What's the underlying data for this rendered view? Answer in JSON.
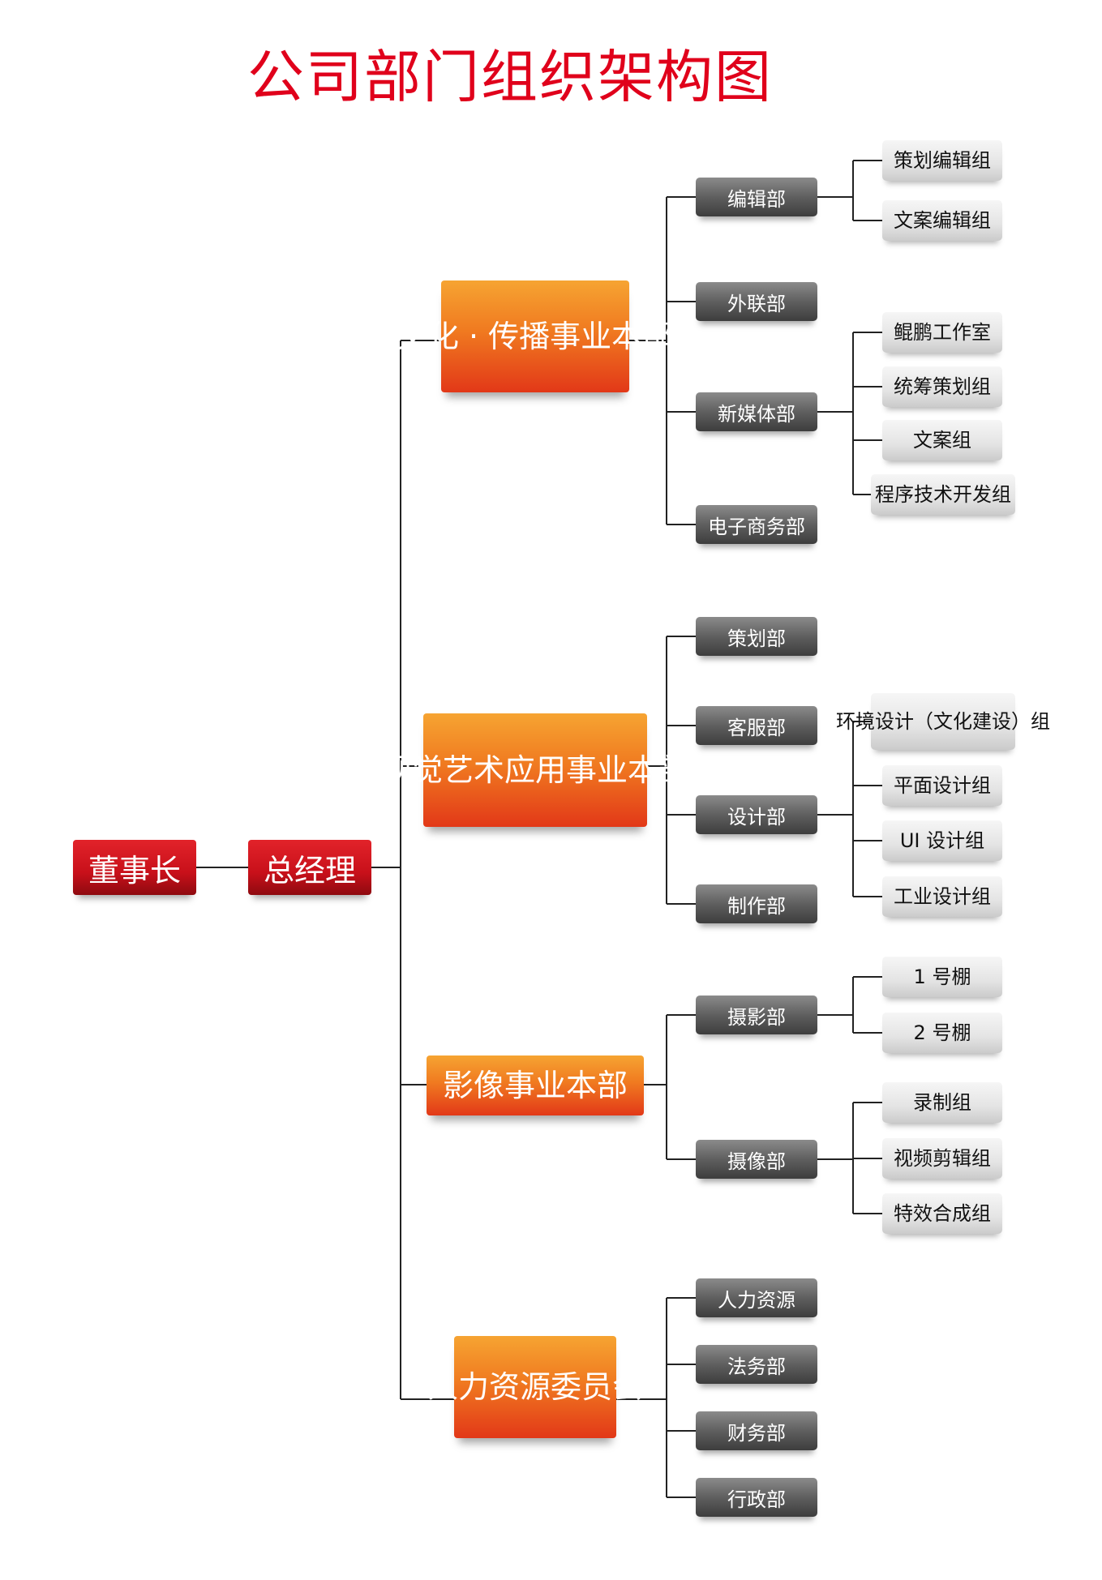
{
  "title": "公司部门组织架构图",
  "colors": {
    "title": "#e0001b",
    "root_nodes": "#c8101a",
    "division_nodes": "#f07a20",
    "department_nodes": "#5f5f5f",
    "team_nodes": "#e4e4e4",
    "connector": "#222222"
  },
  "chairman": "董事长",
  "general_manager": "总经理",
  "divisions": [
    {
      "lines": [
        "文化 · 传播",
        "事业本部"
      ],
      "departments": [
        {
          "label": "编辑部",
          "teams": [
            {
              "lines": [
                "策划编辑组"
              ]
            },
            {
              "lines": [
                "文案编辑组"
              ]
            }
          ]
        },
        {
          "label": "外联部",
          "teams": []
        },
        {
          "label": "新媒体部",
          "teams": [
            {
              "lines": [
                "鲲鹏工作室"
              ]
            },
            {
              "lines": [
                "统筹策划组"
              ]
            },
            {
              "lines": [
                "文案组"
              ]
            },
            {
              "lines": [
                "程序技术开发组"
              ]
            }
          ]
        },
        {
          "label": "电子商务部",
          "teams": []
        }
      ]
    },
    {
      "lines": [
        "视觉艺术",
        "应用事业本部"
      ],
      "departments": [
        {
          "label": "策划部",
          "teams": []
        },
        {
          "label": "客服部",
          "teams": []
        },
        {
          "label": "设计部",
          "teams": [
            {
              "lines": [
                "环境设计",
                "（文化建设）组"
              ]
            },
            {
              "lines": [
                "平面设计组"
              ]
            },
            {
              "lines": [
                "UI 设计组"
              ]
            },
            {
              "lines": [
                "工业设计组"
              ]
            }
          ]
        },
        {
          "label": "制作部",
          "teams": []
        }
      ]
    },
    {
      "lines": [
        "影像事业本部"
      ],
      "departments": [
        {
          "label": "摄影部",
          "teams": [
            {
              "lines": [
                "1 号棚"
              ]
            },
            {
              "lines": [
                "2 号棚"
              ]
            }
          ]
        },
        {
          "label": "摄像部",
          "teams": [
            {
              "lines": [
                "录制组"
              ]
            },
            {
              "lines": [
                "视频剪辑组"
              ]
            },
            {
              "lines": [
                "特效合成组"
              ]
            }
          ]
        }
      ]
    },
    {
      "lines": [
        "人力资源",
        "委员会"
      ],
      "departments": [
        {
          "label": "人力资源",
          "teams": []
        },
        {
          "label": "法务部",
          "teams": []
        },
        {
          "label": "财务部",
          "teams": []
        },
        {
          "label": "行政部",
          "teams": []
        }
      ]
    }
  ]
}
